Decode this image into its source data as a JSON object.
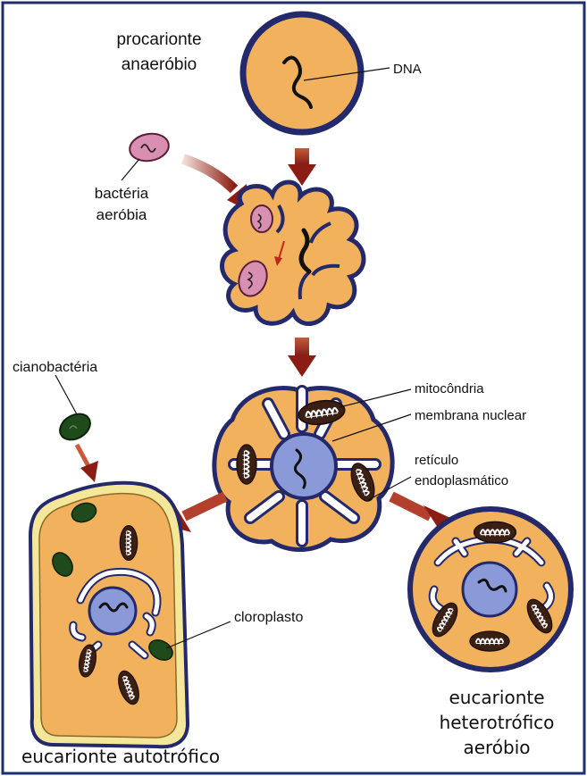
{
  "labels": {
    "procarionte_line1": "procarionte",
    "procarionte_line2": "anaeróbio",
    "dna": "DNA",
    "bacteria_line1": "bactéria",
    "bacteria_line2": "aeróbia",
    "cianobacteria": "cianobactéria",
    "mitocondria": "mitocôndria",
    "membrana_nuclear": "membrana nuclear",
    "reticulo_line1": "retículo",
    "reticulo_line2": "endoplasmático",
    "cloroplasto": "cloroplasto",
    "autotrofico": "eucarionte autotrófico",
    "heterotrofico_line1": "eucarionte",
    "heterotrofico_line2": "heterotrófico",
    "heterotrofico_line3": "aeróbio"
  },
  "colors": {
    "frame": "#1e2f6e",
    "cytoplasm": "#f2b25d",
    "membrane": "#23296b",
    "nucleus": "#8a9ad8",
    "mitochondria": "#3a1f14",
    "chloroplast": "#1f4a1c",
    "bacterium": "#d98fb2",
    "arrow": "#8b1d14",
    "cell_wall": "#f4e79a"
  }
}
